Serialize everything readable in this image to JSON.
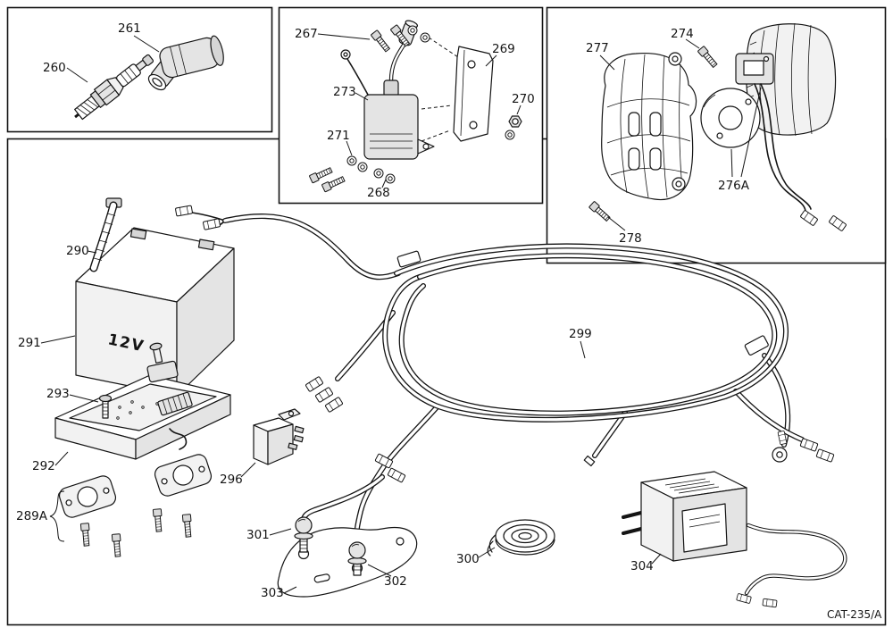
{
  "diagram": {
    "drawing_code": "CAT-235/A",
    "battery_label": "12V",
    "parts": {
      "p260": "260",
      "p261": "261",
      "p267": "267",
      "p268": "268",
      "p269": "269",
      "p270": "270",
      "p271": "271",
      "p273": "273",
      "p274": "274",
      "p276A": "276A",
      "p277": "277",
      "p278": "278",
      "p289A": "289A",
      "p290": "290",
      "p291": "291",
      "p292": "292",
      "p293": "293",
      "p296": "296",
      "p299": "299",
      "p300": "300",
      "p301": "301",
      "p302": "302",
      "p303": "303",
      "p304": "304"
    }
  }
}
